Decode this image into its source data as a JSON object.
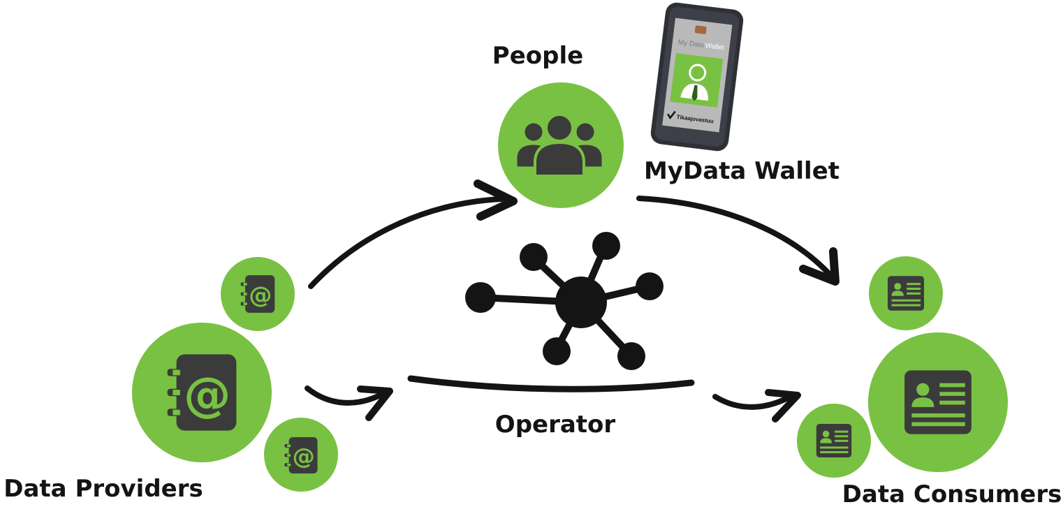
{
  "labels": {
    "people": "People",
    "wallet": "MyData Wallet",
    "operator": "Operator",
    "providers": "Data Providers",
    "consumers": "Data Consumers"
  },
  "phone": {
    "title_part1": "My Data",
    "title_part2": "Wallet",
    "brand": "Tikaajovastuu"
  },
  "icons": {
    "people": "people-group-icon",
    "provider": "address-book-at-icon",
    "consumer": "id-card-icon",
    "operator": "network-hub-icon",
    "wallet": "smartphone-icon"
  },
  "colors": {
    "green": "#79c143",
    "dark": "#3b3b3b",
    "ink": "#141414",
    "screen": "#b9b9b9"
  }
}
